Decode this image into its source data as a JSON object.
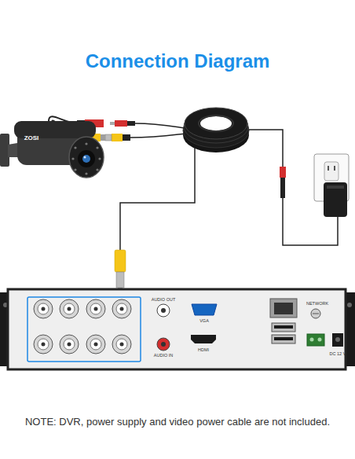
{
  "diagram": {
    "title": "Connection Diagram",
    "caption": "NOTE: DVR, power supply and video power cable are not included.",
    "labels": [
      "ZOSI",
      "AUDIO OUT",
      "VGA",
      "AUDIO IN",
      "HDMI",
      "NETWORK",
      "DC 12 V"
    ]
  }
}
